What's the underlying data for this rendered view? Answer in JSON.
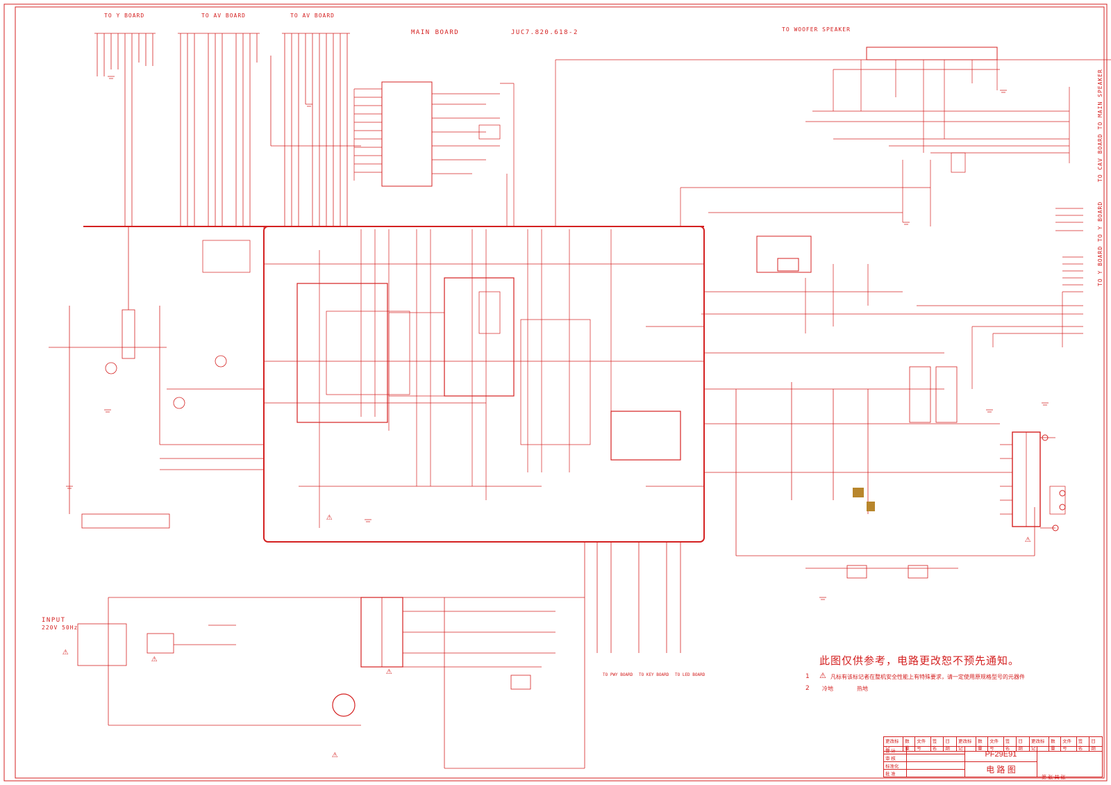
{
  "header": {
    "main_board": "MAIN BOARD",
    "board_code": "JUC7.820.618-2",
    "to_y_board_top": "TO Y BOARD",
    "to_av_board_1": "TO AV BOARD",
    "to_av_board_2": "TO AV BOARD",
    "to_woofer": "TO WOOFER SPEAKER"
  },
  "side_labels": {
    "to_cav_main_speaker": "TO CAV BOARD TO MAIN SPEAKER",
    "to_y_board_right1": "TO Y BOARD",
    "to_y_board_right2": "TO Y BOARD"
  },
  "bottom_labels": {
    "input": "INPUT",
    "input_spec": "220V 50Hz",
    "to_pwy_board": "TO PWY BOARD",
    "to_key_board": "TO KEY BOARD",
    "to_led_board": "TO LED BOARD"
  },
  "notes": {
    "title": "此图仅供参考，电路更改恕不预先通知。",
    "n1_num": "1",
    "n1_text": "凡标有该标记者在整机安全性能上有特殊要求，请一定使用原规格型号的元器件",
    "n2_num": "2",
    "n2_cold": "冷地",
    "n2_hot": "热地"
  },
  "title_block": {
    "headers": [
      "更改标记",
      "数量",
      "文件号",
      "签 名",
      "日 期",
      "更改标记",
      "数量",
      "文件号",
      "签 名",
      "日 期",
      "更改标记",
      "数量",
      "文件号",
      "签 名",
      "日 期"
    ],
    "roles": [
      "设 计",
      "审 核",
      "标准化",
      "批 准"
    ],
    "model": "PF29E91",
    "drawing_name": "电 路 图",
    "sheet": "第  张  共  张"
  },
  "warning_symbol": "⚠",
  "colors": {
    "line": "#d42020",
    "pad": "#b8862c"
  }
}
